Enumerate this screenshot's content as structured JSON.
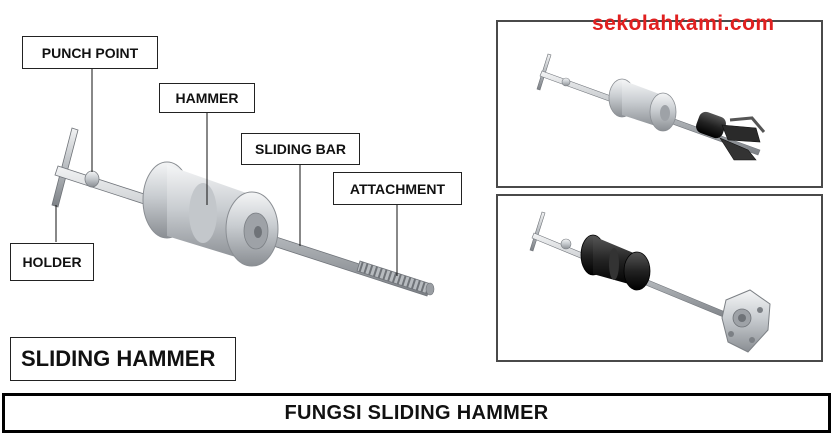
{
  "labels": {
    "punch_point": "PUNCH POINT",
    "hammer": "HAMMER",
    "sliding_bar": "SLIDING BAR",
    "attachment": "ATTACHMENT",
    "holder": "HOLDER"
  },
  "title": "SLIDING HAMMER",
  "footer": "FUNGSI SLIDING HAMMER",
  "watermark": "sekolahkami.com",
  "colors": {
    "metal_light": "#d7dadc",
    "metal_mid": "#a9adb1",
    "metal_dark": "#6f7378",
    "rubber_black": "#1d1d1d",
    "watermark_red": "#e02020",
    "frame_gray": "#4a4a4a"
  }
}
